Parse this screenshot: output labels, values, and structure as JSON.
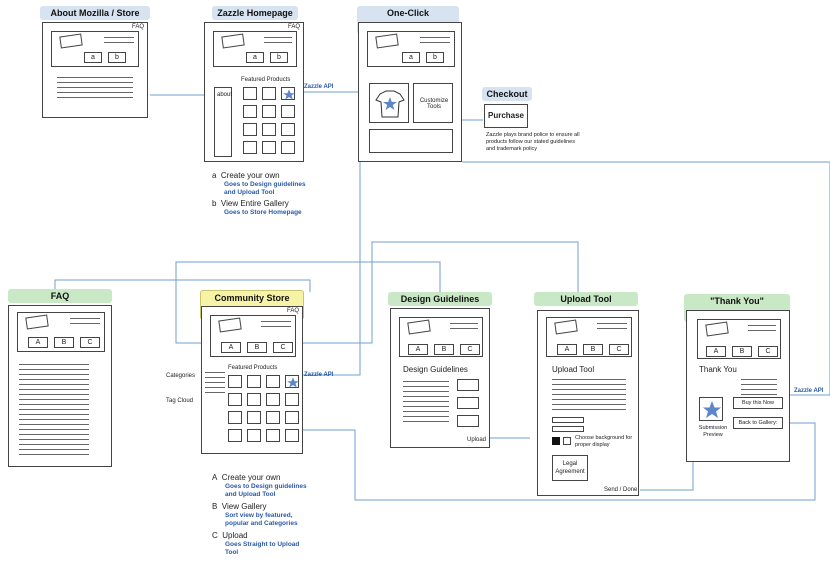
{
  "about_store": {
    "title": "About Mozilla / Store",
    "faq": "FAQ",
    "a": "a",
    "b": "b"
  },
  "zazzle_home": {
    "title": "Zazzle Homepage",
    "faq": "FAQ",
    "a": "a",
    "b": "b",
    "featured": "Featured Products",
    "about": "about",
    "api": "Zazzle API",
    "notes": [
      {
        "letter": "a",
        "title": "Create your own",
        "desc1": "Goes to Design guidelines",
        "desc2": "and Upload Tool"
      },
      {
        "letter": "b",
        "title": "View Entire Gallery",
        "desc1": "Goes to Store Homepage",
        "desc2": ""
      }
    ]
  },
  "one_click": {
    "title": "One-Click Customization",
    "a": "a",
    "b": "b",
    "tools": "Customize Tools"
  },
  "checkout": {
    "title": "Checkout",
    "purchase": "Purchase",
    "note1": "Zazzle plays brand police to ensure all",
    "note2": "products follow our stated guidelines",
    "note3": "and trademark policy"
  },
  "faq_page": {
    "title": "FAQ",
    "a": "A",
    "b": "B",
    "c": "C"
  },
  "community": {
    "title": "Community Store HomePg",
    "faq": "FAQ",
    "a": "A",
    "b": "B",
    "c": "C",
    "featured": "Featured Products",
    "categories": "Categories",
    "tagcloud": "Tag Cloud",
    "api": "Zazzle API",
    "notes": [
      {
        "letter": "A",
        "title": "Create your own",
        "desc1": "Goes to Design guidelines",
        "desc2": "and Upload Tool"
      },
      {
        "letter": "B",
        "title": "View Gallery",
        "desc1": "Sort view by featured,",
        "desc2": "popular and Categories"
      },
      {
        "letter": "C",
        "title": "Upload",
        "desc1": "Goes Straight to Upload",
        "desc2": "Tool"
      }
    ]
  },
  "design": {
    "title": "Design Guidelines",
    "a": "A",
    "b": "B",
    "c": "C",
    "heading": "Design Guidelines",
    "upload": "Upload"
  },
  "upload_tool": {
    "title": "Upload Tool",
    "a": "A",
    "b": "B",
    "c": "C",
    "heading": "Upload Tool",
    "bg1": "Choose background for",
    "bg2": "proper display",
    "legal1": "Legal",
    "legal2": "Agreement",
    "send": "Send / Done"
  },
  "thanks": {
    "title": "\"Thank You\" Confirmation",
    "a": "A",
    "b": "B",
    "c": "C",
    "heading": "Thank You",
    "buy": "Buy this Now",
    "back": "Back to Gallery:",
    "preview1": "Submission",
    "preview2": "Preview",
    "api": "Zazzle API"
  },
  "colors": {
    "connector": "#6f9fcf",
    "blue_tag": "#d7e3f1",
    "green_tag": "#c9e8c6",
    "yellow_tag": "#f7f3a6",
    "star": "#5b86c9"
  }
}
